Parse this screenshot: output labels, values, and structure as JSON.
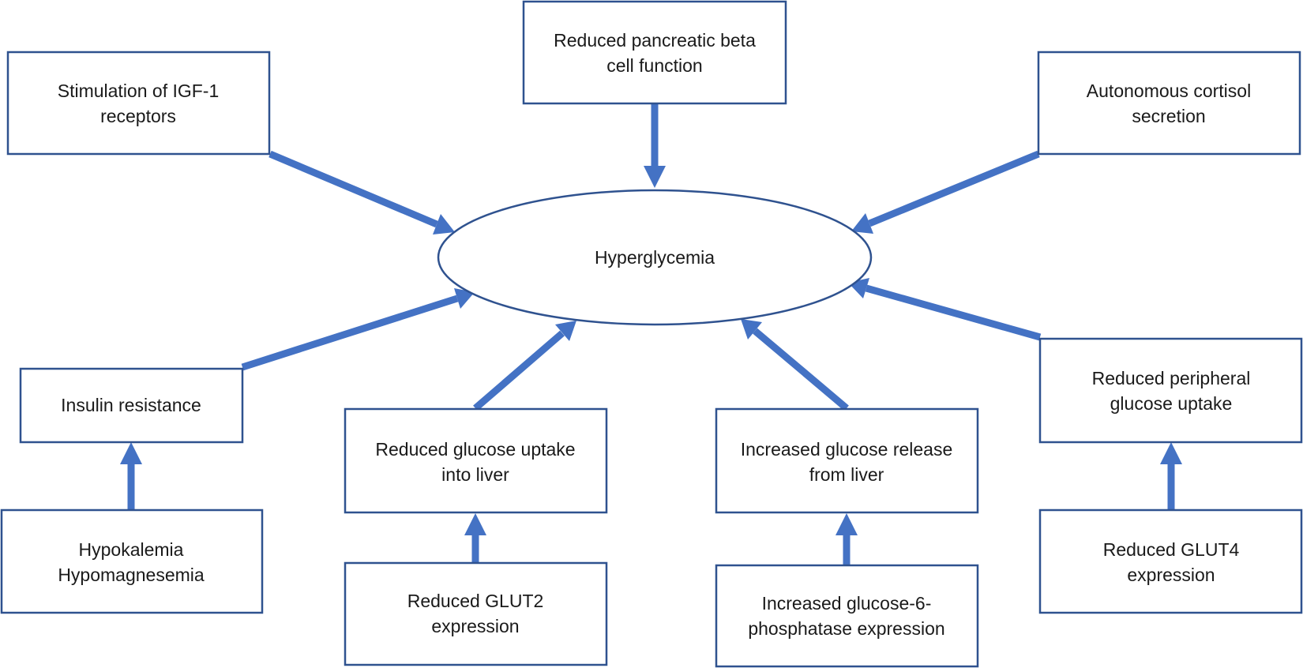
{
  "diagram": {
    "center": {
      "label": "Hyperglycemia"
    },
    "nodes": {
      "beta_cell": {
        "lines": [
          "Reduced pancreatic beta",
          "cell function"
        ]
      },
      "igf1": {
        "lines": [
          "Stimulation of IGF-1",
          "receptors"
        ]
      },
      "cortisol": {
        "lines": [
          "Autonomous cortisol",
          "secretion"
        ]
      },
      "insulin_resistance": {
        "lines": [
          "Insulin resistance"
        ]
      },
      "glucose_uptake_liver": {
        "lines": [
          "Reduced glucose uptake",
          "into liver"
        ]
      },
      "glucose_release_liver": {
        "lines": [
          "Increased glucose release",
          "from liver"
        ]
      },
      "peripheral_uptake": {
        "lines": [
          "Reduced peripheral",
          "glucose uptake"
        ]
      },
      "electrolytes": {
        "lines": [
          "Hypokalemia",
          "Hypomagnesemia"
        ]
      },
      "glut2": {
        "lines": [
          "Reduced GLUT2",
          "expression"
        ]
      },
      "g6pase": {
        "lines": [
          "Increased glucose-6-",
          "phosphatase expression"
        ]
      },
      "glut4": {
        "lines": [
          "Reduced GLUT4",
          "expression"
        ]
      }
    },
    "edges": [
      {
        "from": "beta_cell",
        "to": "center"
      },
      {
        "from": "igf1",
        "to": "center"
      },
      {
        "from": "cortisol",
        "to": "center"
      },
      {
        "from": "insulin_resistance",
        "to": "center"
      },
      {
        "from": "glucose_uptake_liver",
        "to": "center"
      },
      {
        "from": "glucose_release_liver",
        "to": "center"
      },
      {
        "from": "peripheral_uptake",
        "to": "center"
      },
      {
        "from": "electrolytes",
        "to": "insulin_resistance"
      },
      {
        "from": "glut2",
        "to": "glucose_uptake_liver"
      },
      {
        "from": "g6pase",
        "to": "glucose_release_liver"
      },
      {
        "from": "glut4",
        "to": "peripheral_uptake"
      }
    ],
    "colors": {
      "arrow": "#4472c4",
      "box_border": "#2f528f",
      "text": "#1a1a1a"
    }
  }
}
